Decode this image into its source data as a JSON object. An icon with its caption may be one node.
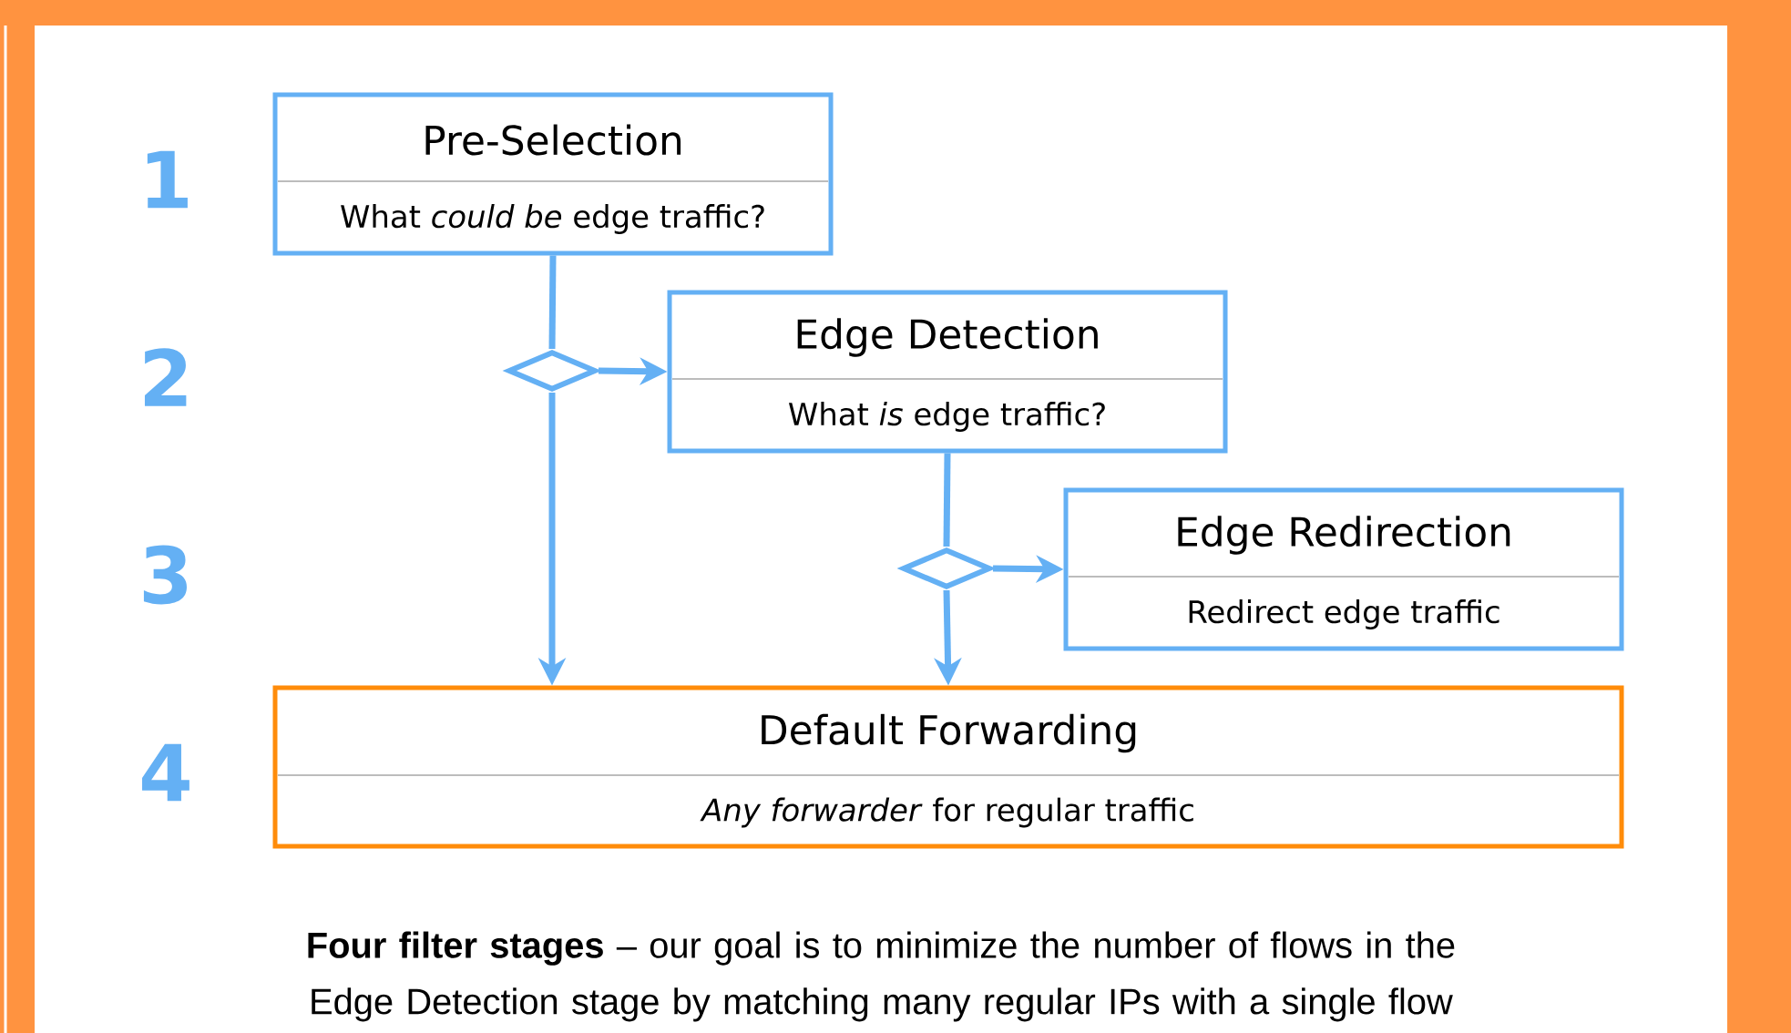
{
  "diagram": {
    "caption": "**Four filter stages** – our goal is to minimize the number of flows in the Edge Detection stage by matching many regular IPs with a single flow",
    "nodes": [
      {
        "text": [
          "Pre-Selection",
          "What *could be* edge traffic?"
        ]
      },
      {
        "text": [],
        "shape": "diamond"
      },
      {
        "text": [
          "Edge Detection",
          "What *is* edge traffic?"
        ]
      },
      {
        "text": [],
        "shape": "diamond"
      },
      {
        "text": [
          "Edge Redirection",
          "Redirect edge traffic"
        ]
      },
      {
        "text": [
          "Default Forwarding",
          "*Any forwarder* for regular traffic"
        ]
      }
    ],
    "edges": [
      {
        "from": 0,
        "to": 1,
        "arrow": "none"
      },
      {
        "from": 1,
        "to": 2,
        "arrow": "to"
      },
      {
        "from": 1,
        "to": 5,
        "arrow": "to"
      },
      {
        "from": 2,
        "to": 3,
        "arrow": "none"
      },
      {
        "from": 3,
        "to": 4,
        "arrow": "to"
      },
      {
        "from": 3,
        "to": 5,
        "arrow": "to"
      }
    ],
    "labels": [
      "1",
      "2",
      "3",
      "4"
    ]
  }
}
